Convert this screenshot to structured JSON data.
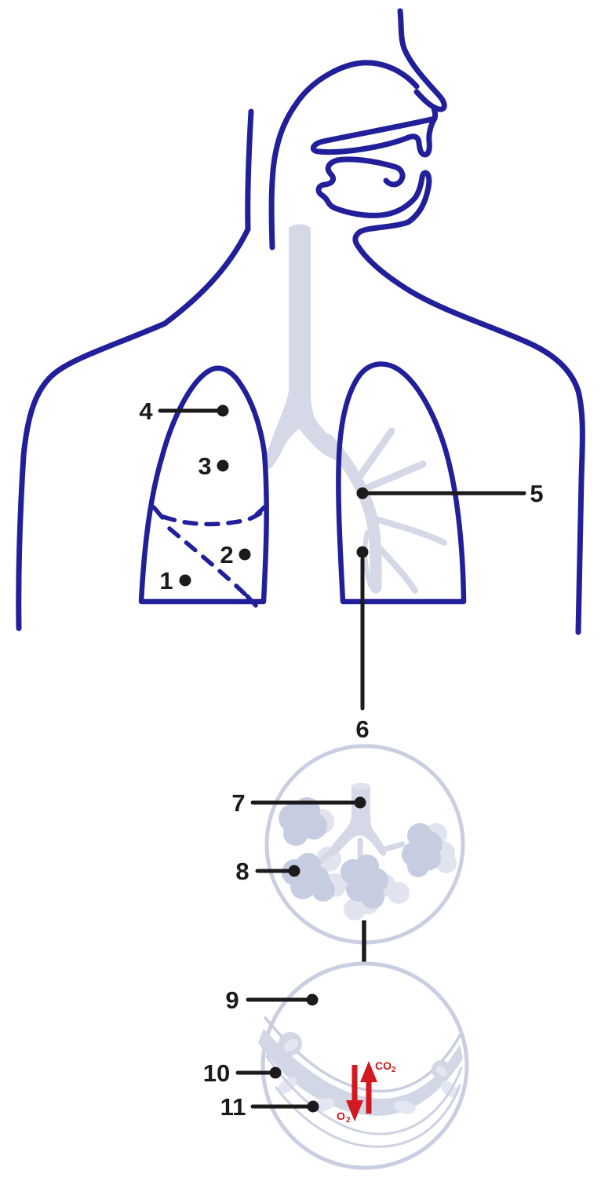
{
  "callouts": [
    {
      "label": "1"
    },
    {
      "label": "2"
    },
    {
      "label": "3"
    },
    {
      "label": "4"
    },
    {
      "label": "5"
    },
    {
      "label": "6"
    },
    {
      "label": "7"
    },
    {
      "label": "8"
    },
    {
      "label": "9"
    },
    {
      "label": "10"
    },
    {
      "label": "11"
    }
  ],
  "gas_exchange": {
    "co2_base": "CO",
    "co2_sub": "2",
    "o2_base": "O",
    "o2_sub": "2"
  },
  "colors": {
    "body_outline_navy": "#221f9b",
    "airway_lavender": "#d4d8e7",
    "alveoli_dark_lavender": "#c7cde0",
    "alveoli_light_lavender": "#e1e4ef",
    "zoom_circle_stroke": "#c9cfe1",
    "callout_black": "#1d1a1b",
    "gas_red": "#d2191f",
    "background": "#ffffff"
  }
}
